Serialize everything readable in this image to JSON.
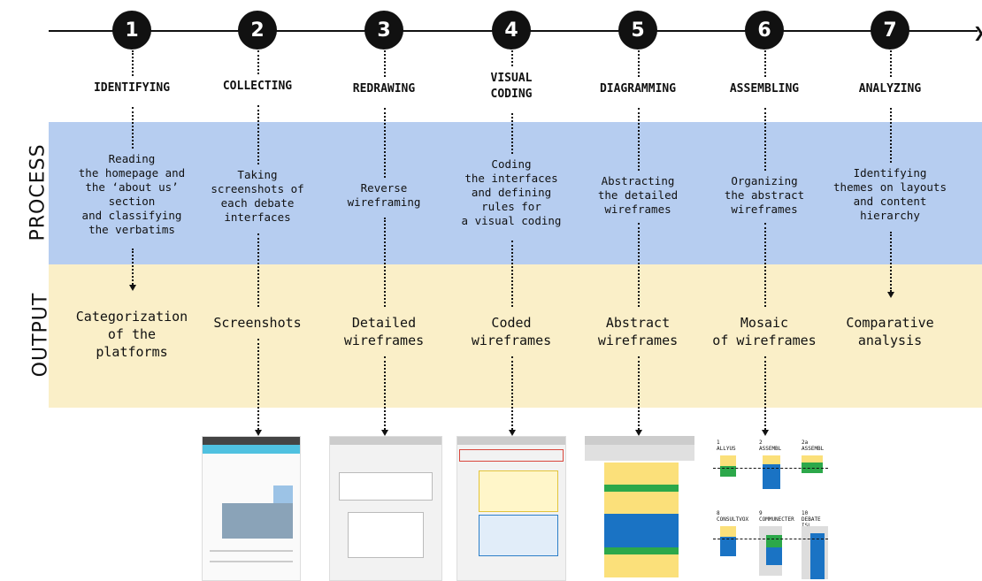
{
  "row_labels": {
    "process": "PROCESS",
    "output": "OUTPUT"
  },
  "steps": [
    {
      "number": "1",
      "title": "IDENTIFYING",
      "process": "Reading\nthe homepage and\nthe ‘about us’\nsection\nand classifying\nthe verbatims",
      "output": "Categorization\nof the\nplatforms"
    },
    {
      "number": "2",
      "title": "COLLECTING",
      "process": "Taking\nscreenshots of\neach debate\ninterfaces",
      "output": "Screenshots"
    },
    {
      "number": "3",
      "title": "REDRAWING",
      "process": "Reverse\nwireframing",
      "output": "Detailed\nwireframes"
    },
    {
      "number": "4",
      "title": "VISUAL\nCODING",
      "process": "Coding\nthe interfaces\nand defining\nrules for\na visual coding",
      "output": "Coded\nwireframes"
    },
    {
      "number": "5",
      "title": "DIAGRAMMING",
      "process": "Abstracting\nthe detailed\nwireframes",
      "output": "Abstract\nwireframes"
    },
    {
      "number": "6",
      "title": "ASSEMBLING",
      "process": "Organizing\nthe abstract\nwireframes",
      "output": "Mosaic\nof wireframes"
    },
    {
      "number": "7",
      "title": "ANALYZING",
      "process": "Identifying\nthemes on layouts\nand content\nhierarchy",
      "output": "Comparative\nanalysis"
    }
  ],
  "mosaic_labels": [
    {
      "id": "1",
      "name": "ALLYUS"
    },
    {
      "id": "2",
      "name": "ASSEMBL"
    },
    {
      "id": "2a",
      "name": "ASSEMBL"
    },
    {
      "id": "8",
      "name": "CONSULTVOX"
    },
    {
      "id": "9",
      "name": "COMMUNECTER"
    },
    {
      "id": "10",
      "name": "DEBATE ISL"
    }
  ],
  "colors": {
    "process_band": "#b6cdf0",
    "output_band": "#faefc8",
    "blue": "#1a73c4",
    "green": "#2ca84a",
    "yellow": "#fbe07a"
  }
}
